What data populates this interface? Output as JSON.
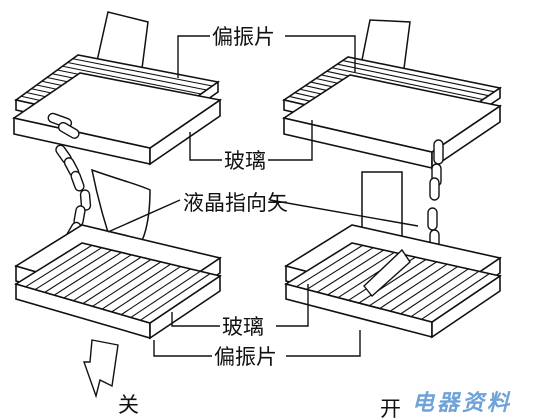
{
  "labels": {
    "polarizer_top": "偏振片",
    "glass_top": "玻璃",
    "lc_director": "液晶指向矢",
    "glass_bottom": "玻璃",
    "polarizer_bottom": "偏振片",
    "state_off": "关",
    "state_on": "开"
  },
  "watermark": "电器资料",
  "colors": {
    "ink": "#111111",
    "watermark": "#6fa3d8",
    "background": "#ffffff"
  }
}
